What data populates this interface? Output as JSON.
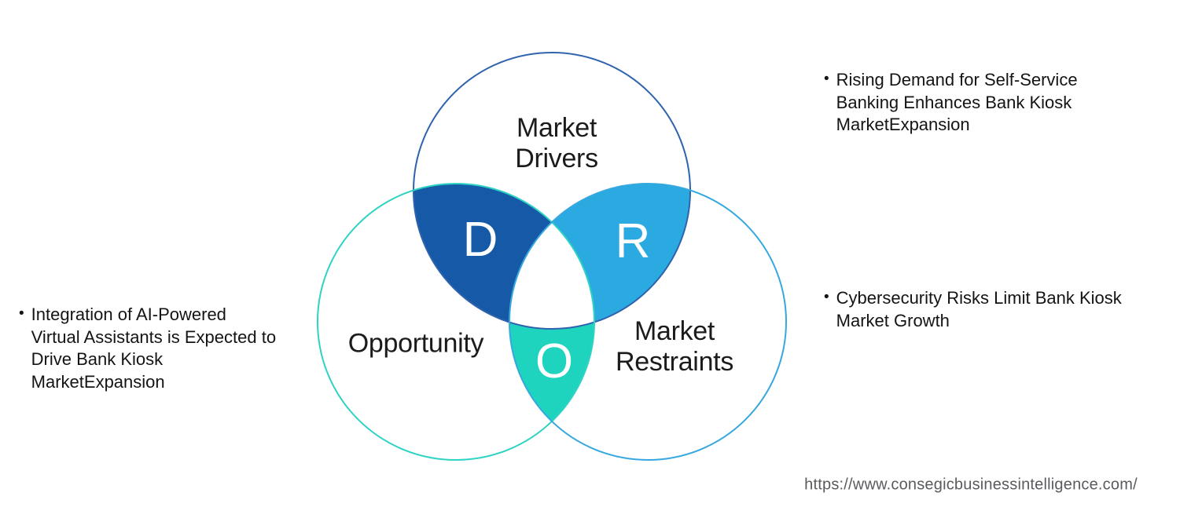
{
  "diagram": {
    "circles": {
      "drivers": {
        "label": "Market\nDrivers",
        "stroke": "#2f63ae"
      },
      "opportunity": {
        "label": "Opportunity",
        "stroke": "#2ed3c3"
      },
      "restraints": {
        "label": "Market\nRestraints",
        "stroke": "#36a8df"
      }
    },
    "intersections": {
      "d": {
        "letter": "D",
        "fill": "#1659a6"
      },
      "r": {
        "letter": "R",
        "fill": "#2ba9e1"
      },
      "o": {
        "letter": "O",
        "fill": "#1fd4be"
      }
    }
  },
  "annotations": {
    "left": {
      "bullet": "•",
      "text": "Integration of AI-Powered\nVirtual Assistants is Expected to\nDrive Bank Kiosk\nMarketExpansion"
    },
    "top_right": {
      "bullet": "•",
      "text": "Rising Demand for Self-Service\nBanking Enhances Bank Kiosk\nMarketExpansion"
    },
    "bottom_right": {
      "bullet": "•",
      "text": "Cybersecurity Risks Limit Bank Kiosk\nMarket Growth"
    }
  },
  "footer": {
    "url": "https://www.consegicbusinessintelligence.com/"
  }
}
